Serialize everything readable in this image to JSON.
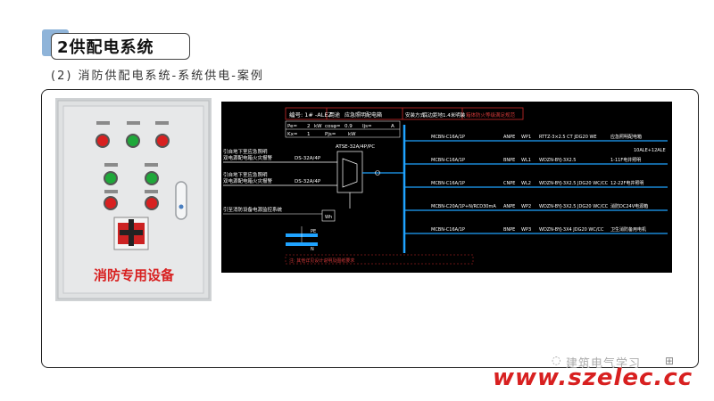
{
  "slide": {
    "title": "2供配电系统",
    "subtitle": "(2) 消防供配电系统-系统供电-案例",
    "accent_color": "#8fb4d9"
  },
  "cabinet": {
    "label": "消防专用设备",
    "lamp_colors": [
      "#d82020",
      "#1fa83a",
      "#d82020",
      "#1fa83a",
      "#1fa83a",
      "#d82020",
      "#d82020"
    ]
  },
  "drawing": {
    "header_number": "编号: 1# -ALEZ",
    "header_use": "用途",
    "header_use_value": "应急照明配电箱",
    "header_mount": "安装方式",
    "header_mount_value": "底边距地1.4米明装",
    "header_note": "箱体防火等级满足规范",
    "pe_label": "Pe=",
    "pe_value": "2",
    "pe_unit": "kW",
    "cos_label": "cosφ=",
    "cos_value": "0.9",
    "kx_label": "Kx=",
    "kx_value": "1",
    "pjs_label": "Pjs=",
    "pjs_unit": "kW",
    "ijs_label": "Ijs=",
    "ijs_unit": "A",
    "input_line1a": "引自地下室应急照明",
    "input_line1b": "双电源配电箱火灾报警",
    "input_line2a": "引自地下室应急照明",
    "input_line2b": "双电源配电箱火灾报警",
    "breaker_1": "DS-32A/4P",
    "breaker_2": "DS-32A/4P",
    "ats": "ATSE-32A/4P/PC",
    "fire_link": "引至消防设备电源监控系统",
    "pe_bar": "PE",
    "n_bar": "N",
    "bottom_note": "注: 其他详见设计说明及图纸要求",
    "circuits": [
      {
        "breaker": "MCBN-C16A/1P",
        "phase": "ANPE",
        "code": "WP1",
        "cable": "RTTZ-3×2.5 CT JDG20 WE",
        "load": "应急照明配电箱"
      },
      {
        "breaker": "MCBN-C16A/1P",
        "phase": "BNPE",
        "code": "WL1",
        "cable": "WDZN-BYJ-3X2.5",
        "load": "1-11F电井照明"
      },
      {
        "breaker": "MCBN-C16A/1P",
        "phase": "CNPE",
        "code": "WL2",
        "cable": "WDZN-BYJ-3X2.5 JDG20 WC/CC",
        "load": "12-22F电井照明"
      },
      {
        "breaker": "MCBN-C20A/1P+N/RCD30mA",
        "phase": "ANPE",
        "code": "WP2",
        "cable": "WDZN-BYJ-3X2.5 JDG20 WC/CC",
        "load": "消防DC24V电源箱"
      },
      {
        "breaker": "MCBN-C16A/1P",
        "phase": "BNPE",
        "code": "WP3",
        "cable": "WDZN-BYJ-3X4 JDG20 WC/CC",
        "load": "卫生消防备用电机"
      }
    ],
    "right_extra": "10ALE+12ALE"
  },
  "watermark": {
    "text": "建筑电气学习",
    "url": "www.szelec.cc"
  }
}
